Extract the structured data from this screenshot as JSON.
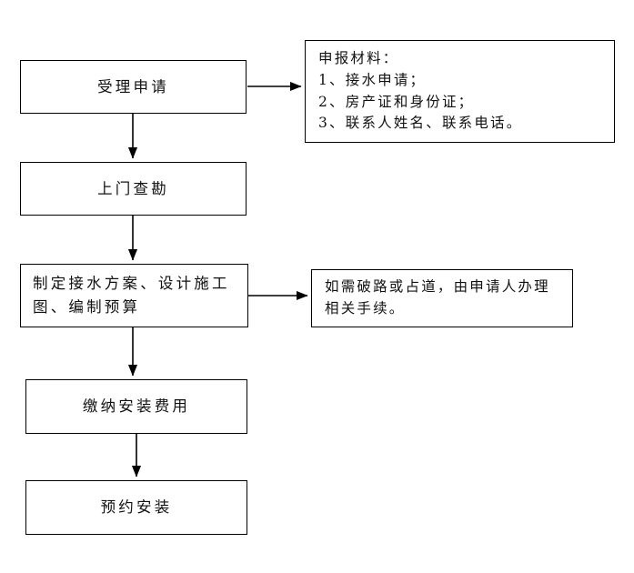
{
  "diagram": {
    "title_text": "",
    "background_color": "#ffffff",
    "line_color": "#000000",
    "text_color": "#111111",
    "steps": [
      {
        "id": "step-1",
        "label": "受理申请",
        "lines": [
          "受理申请"
        ]
      },
      {
        "id": "step-2",
        "label": "上门查勘",
        "lines": [
          "上门查勘"
        ]
      },
      {
        "id": "step-3",
        "label": "制定接水方案、设计施工图、编制预算",
        "lines": [
          "制定接水方案、设计施工",
          "图、编制预算"
        ]
      },
      {
        "id": "step-4",
        "label": "缴纳安装费用",
        "lines": [
          "缴纳安装费用"
        ]
      },
      {
        "id": "step-5",
        "label": "预约安装",
        "lines": [
          "预约安装"
        ]
      }
    ],
    "notes": [
      {
        "id": "note-1",
        "lines": [
          "申报材料：",
          "1、接水申请；",
          "2、房产证和身份证；",
          "3、联系人姓名、联系电话。"
        ]
      },
      {
        "id": "note-2",
        "lines": [
          "如需破路或占道，由申请人办理",
          "相关手续。"
        ]
      }
    ],
    "connectors": [
      {
        "id": "connector-step1-step2",
        "direction": "down"
      },
      {
        "id": "connector-step2-step3",
        "direction": "down"
      },
      {
        "id": "connector-step3-step4",
        "direction": "down"
      },
      {
        "id": "connector-step4-step5",
        "direction": "down"
      },
      {
        "id": "connector-step1-note1",
        "direction": "right"
      },
      {
        "id": "connector-step3-note2",
        "direction": "right"
      }
    ]
  }
}
